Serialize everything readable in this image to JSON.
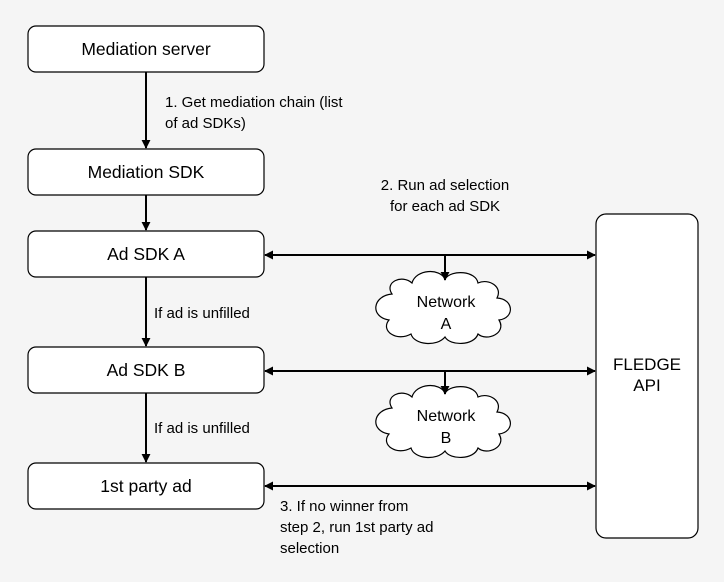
{
  "nodes": {
    "mediation_server": "Mediation server",
    "mediation_sdk": "Mediation SDK",
    "ad_sdk_a": "Ad SDK A",
    "ad_sdk_b": "Ad SDK B",
    "first_party_ad": "1st party ad",
    "fledge_api": [
      "FLEDGE",
      "API"
    ],
    "network_a": [
      "Network",
      "A"
    ],
    "network_b": [
      "Network",
      "B"
    ]
  },
  "edge_labels": {
    "get_chain": [
      "1. Get mediation chain (list",
      "of ad SDKs)"
    ],
    "run_selection": [
      "2. Run ad selection",
      "for each ad SDK"
    ],
    "unfilled_a": "If ad is unfilled",
    "unfilled_b": "If ad is unfilled",
    "first_party": [
      "3. If no winner from",
      "step 2, run 1st party ad",
      "selection"
    ]
  },
  "colors": {
    "background": "#f5f5f5",
    "box_fill": "#ffffff",
    "stroke": "#000000",
    "text": "#000000"
  }
}
